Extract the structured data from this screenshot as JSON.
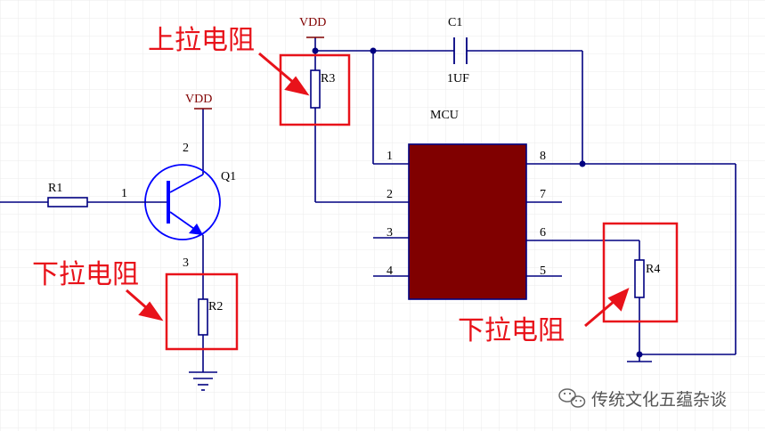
{
  "colors": {
    "wire": "#000080",
    "transistor": "#0000ff",
    "label": "#000000",
    "power_label": "#800000",
    "mcu_fill": "#800000",
    "annotation": "#e8121a",
    "grid": "#ebebeb",
    "watermark": "#555555"
  },
  "labels": {
    "vdd_top": "VDD",
    "vdd_transistor": "VDD",
    "c1_name": "C1",
    "c1_value": "1UF",
    "r1": "R1",
    "r2": "R2",
    "r3": "R3",
    "r4": "R4",
    "q1": "Q1",
    "mcu": "MCU"
  },
  "transistor_pins": {
    "base": "1",
    "collector": "2",
    "emitter": "3"
  },
  "mcu_pins": {
    "p1": "1",
    "p2": "2",
    "p3": "3",
    "p4": "4",
    "p5": "5",
    "p6": "6",
    "p7": "7",
    "p8": "8"
  },
  "annotations": {
    "pullup": "上拉电阻",
    "pulldown_left": "下拉电阻",
    "pulldown_right": "下拉电阻"
  },
  "watermark": {
    "text": "传统文化五蕴杂谈",
    "icon": "wechat-icon"
  }
}
